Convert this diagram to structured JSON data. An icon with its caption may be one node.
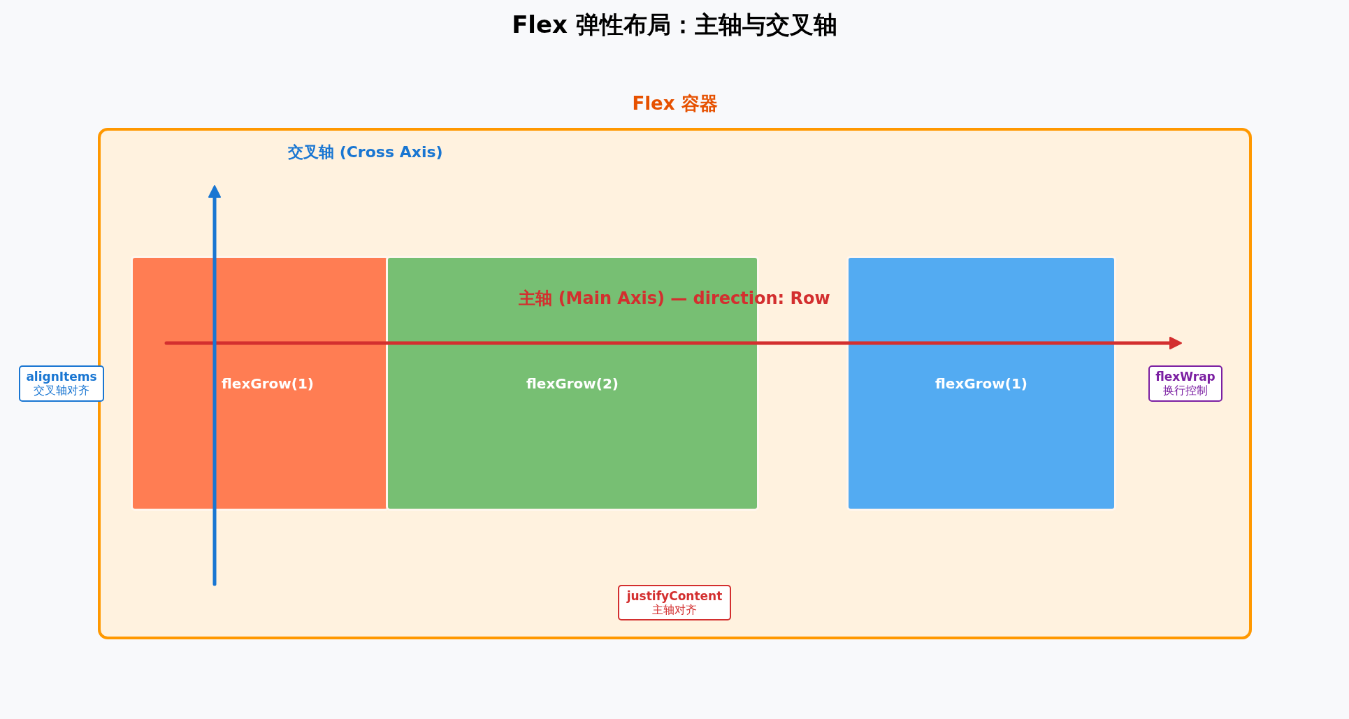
{
  "diagram": {
    "title": "Flex 弹性布局：主轴与交叉轴",
    "nodes": [
      {
        "text": [
          "Flex 容器"
        ]
      },
      {
        "text": [
          "flexGrow(1)"
        ],
        "in": 0
      },
      {
        "text": [
          "flexGrow(2)"
        ],
        "in": 0
      },
      {
        "text": [
          "flexGrow(1)"
        ],
        "in": 0
      },
      {
        "text": [
          "alignItems",
          "交叉轴对齐"
        ]
      },
      {
        "text": [
          "flexWrap",
          "换行控制"
        ],
        "in": 0
      },
      {
        "text": [
          "justifyContent",
          "主轴对齐"
        ],
        "in": 0
      }
    ],
    "labels": [
      "交叉轴 (Cross Axis)",
      "主轴 (Main Axis) — direction: Row"
    ]
  }
}
